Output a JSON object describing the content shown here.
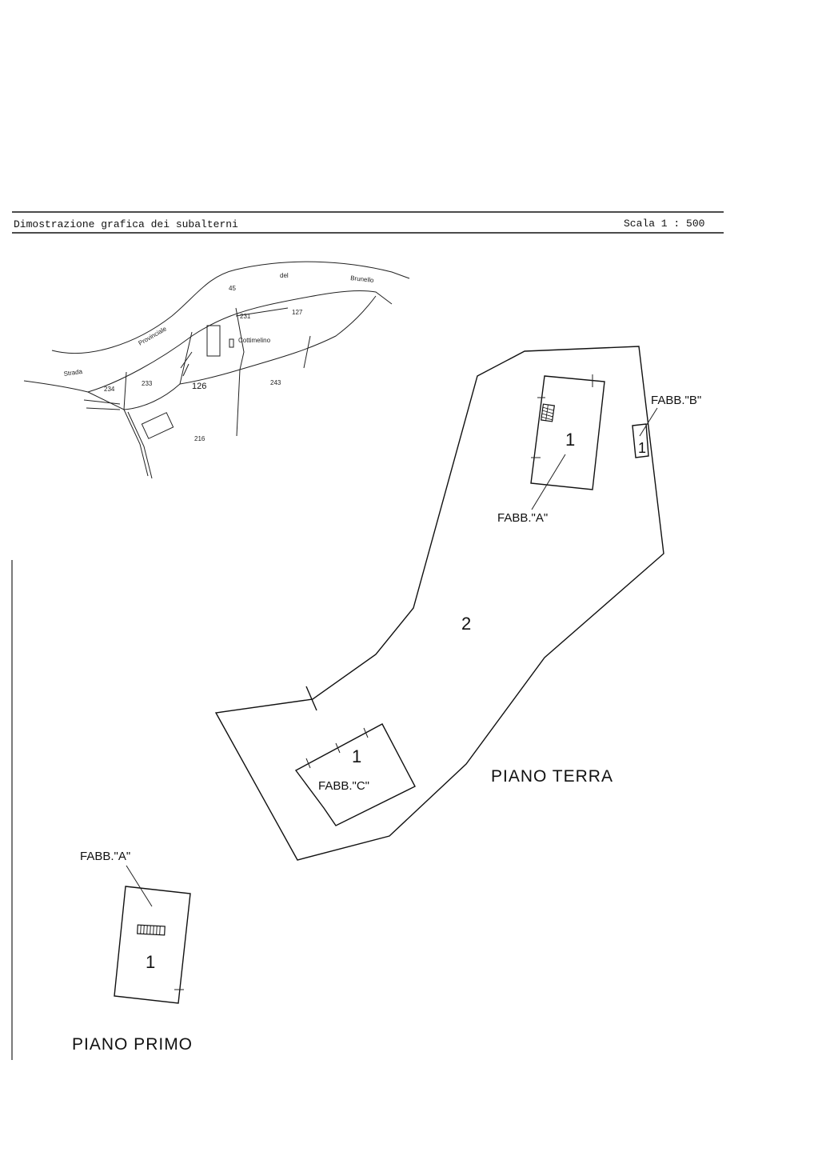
{
  "header": {
    "title": "Dimostrazione grafica dei subalterni",
    "scale": "Scala 1 : 500"
  },
  "location_map": {
    "road_words": [
      "Strada",
      "Provinciale",
      "45",
      "del",
      "Brunello"
    ],
    "place": "Cottimelino",
    "parcels": [
      "231",
      "127",
      "233",
      "234",
      "126",
      "243",
      "216"
    ]
  },
  "ground_floor": {
    "title": "PIANO TERRA",
    "area_2": "2",
    "building_a": {
      "label": "FABB.\"A\"",
      "sub": "1"
    },
    "building_b": {
      "label": "FABB.\"B\"",
      "sub": "1"
    },
    "building_c": {
      "label": "FABB.\"C\"",
      "sub": "1"
    }
  },
  "first_floor": {
    "title": "PIANO PRIMO",
    "building_a": {
      "label": "FABB.\"A\"",
      "sub": "1"
    }
  }
}
